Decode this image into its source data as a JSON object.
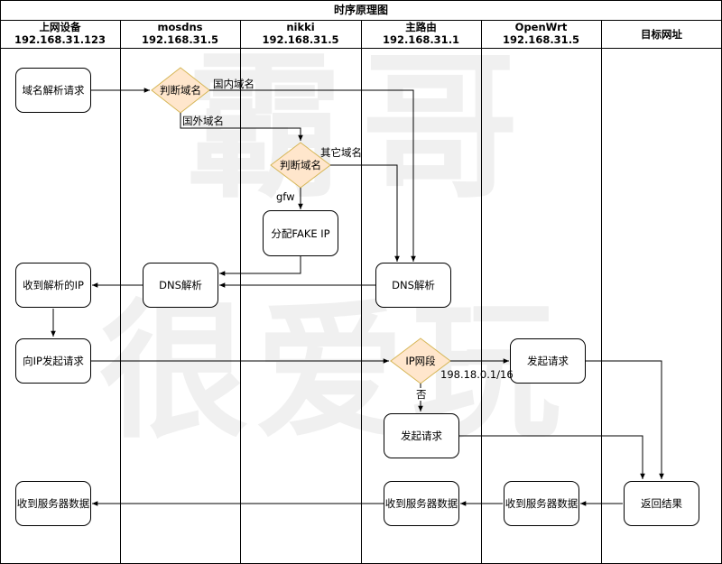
{
  "title": "时序原理图",
  "lanes": [
    {
      "name": "上网设备",
      "ip": "192.168.31.123"
    },
    {
      "name": "mosdns",
      "ip": "192.168.31.5"
    },
    {
      "name": "nikki",
      "ip": "192.168.31.5"
    },
    {
      "name": "主路由",
      "ip": "192.168.31.1"
    },
    {
      "name": "OpenWrt",
      "ip": "192.168.31.5"
    },
    {
      "name": "目标网址",
      "ip": ""
    }
  ],
  "nodes": {
    "dns_request": "域名解析请求",
    "judge_domain_1": "判断域名",
    "judge_domain_2": "判断域名",
    "fake_ip": "分配FAKE IP",
    "dns_resolve_mosdns": "DNS解析",
    "dns_resolve_router": "DNS解析",
    "receive_ip": "收到解析的IP",
    "send_to_ip": "向IP发起请求",
    "ip_range": "IP网段",
    "openwrt_request": "发起请求",
    "router_request": "发起请求",
    "return_result": "返回结果",
    "openwrt_receive": "收到服务器数据",
    "router_receive": "收到服务器数据",
    "device_receive": "收到服务器数据"
  },
  "edges": {
    "domestic": "国内域名",
    "foreign": "国外域名",
    "other": "其它域名",
    "gfw": "gfw",
    "ip_range_value": "198.18.0.1/16",
    "no": "否"
  },
  "watermark": [
    "霸哥",
    "很爱玩"
  ],
  "colors": {
    "diamond_fill": "#FFE6CC",
    "diamond_stroke": "#D6B656",
    "line": "#000000"
  }
}
